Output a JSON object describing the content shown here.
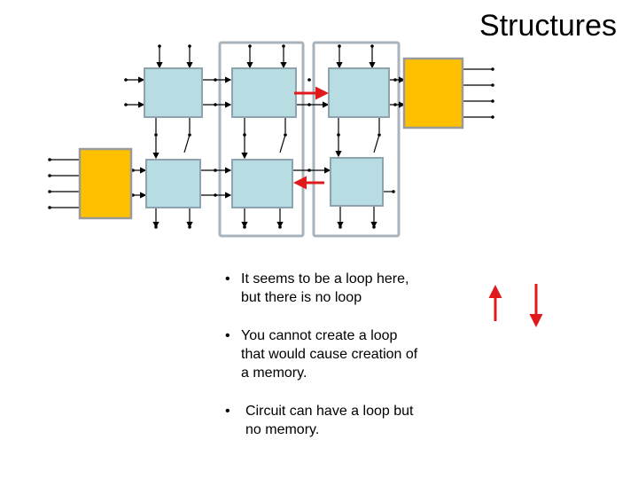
{
  "title": "Structures",
  "colors": {
    "block_fill": "#b7dde3",
    "block_stroke": "#8ea3b0",
    "memory_fill": "#ffc000",
    "memory_stroke": "#9a9a9a",
    "group_stroke": "#a9b3bb",
    "arrow": "#e0191b",
    "wire": "#000000"
  },
  "bullets": [
    {
      "marker": "•",
      "text_lines": [
        "It seems to be a loop here,",
        "but there is no loop"
      ]
    },
    {
      "marker": "•",
      "text_lines": [
        "You cannot create a loop",
        "that would cause creation of",
        "a memory."
      ]
    },
    {
      "marker": "•",
      "text_lines": [
        "Circuit can have a loop but",
        "no memory."
      ]
    }
  ]
}
